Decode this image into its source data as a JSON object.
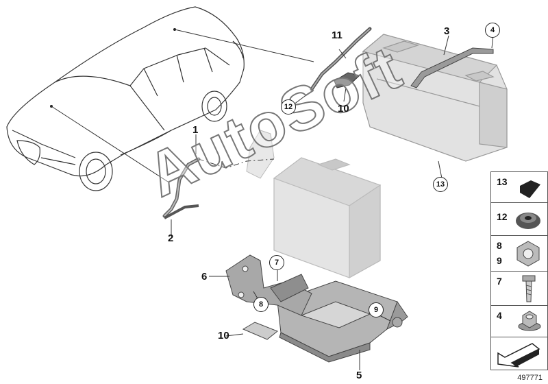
{
  "callouts": {
    "c1": "1",
    "c2": "2",
    "c3": "3",
    "c4": "4",
    "c5": "5",
    "c6": "6",
    "c7": "7",
    "c8": "8",
    "c9": "9",
    "c10a": "10",
    "c10b": "10",
    "c11": "11",
    "c12": "12",
    "c13": "13"
  },
  "legend": {
    "r13": "13",
    "r12": "12",
    "r8": "8",
    "r9": "9",
    "r7": "7",
    "r4": "4"
  },
  "watermark": "AutoSoft",
  "diagram_id": "497771",
  "colors": {
    "line": "#333333",
    "battery": "#dcdcdc",
    "part": "#a8a8a8",
    "dark": "#444444"
  }
}
